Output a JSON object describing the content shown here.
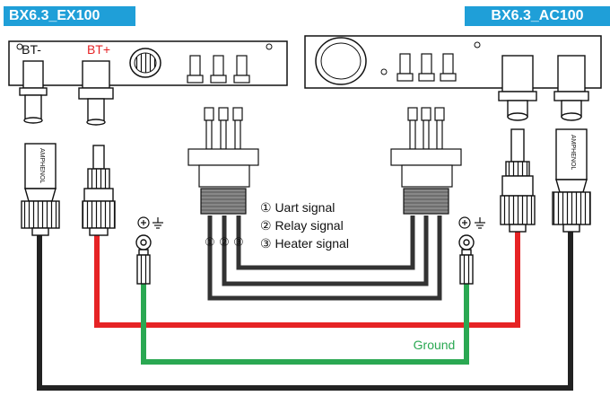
{
  "labels": {
    "ex_device": "BX6.3_EX100",
    "ac_device": "BX6.3_AC100"
  },
  "terminals": {
    "bt_minus": "BT-",
    "bt_plus": "BT+"
  },
  "signals": {
    "markers": [
      "①",
      "②",
      "③"
    ],
    "uart": "① Uart signal",
    "relay": "② Relay signal",
    "heater": "③ Heater signal"
  },
  "ground_label": "Ground",
  "connector_brand": "AMPHENOL",
  "colors": {
    "label_bg": "#1f9fd8",
    "positive_wire": "#e62325",
    "ground_wire": "#2aa852",
    "negative_wire": "#222222",
    "signal_wire": "#333333",
    "bt_plus_text": "#e62325",
    "ground_text": "#2aa852"
  },
  "icons": [
    "ground-symbol-icon",
    "ring-terminal-icon"
  ]
}
